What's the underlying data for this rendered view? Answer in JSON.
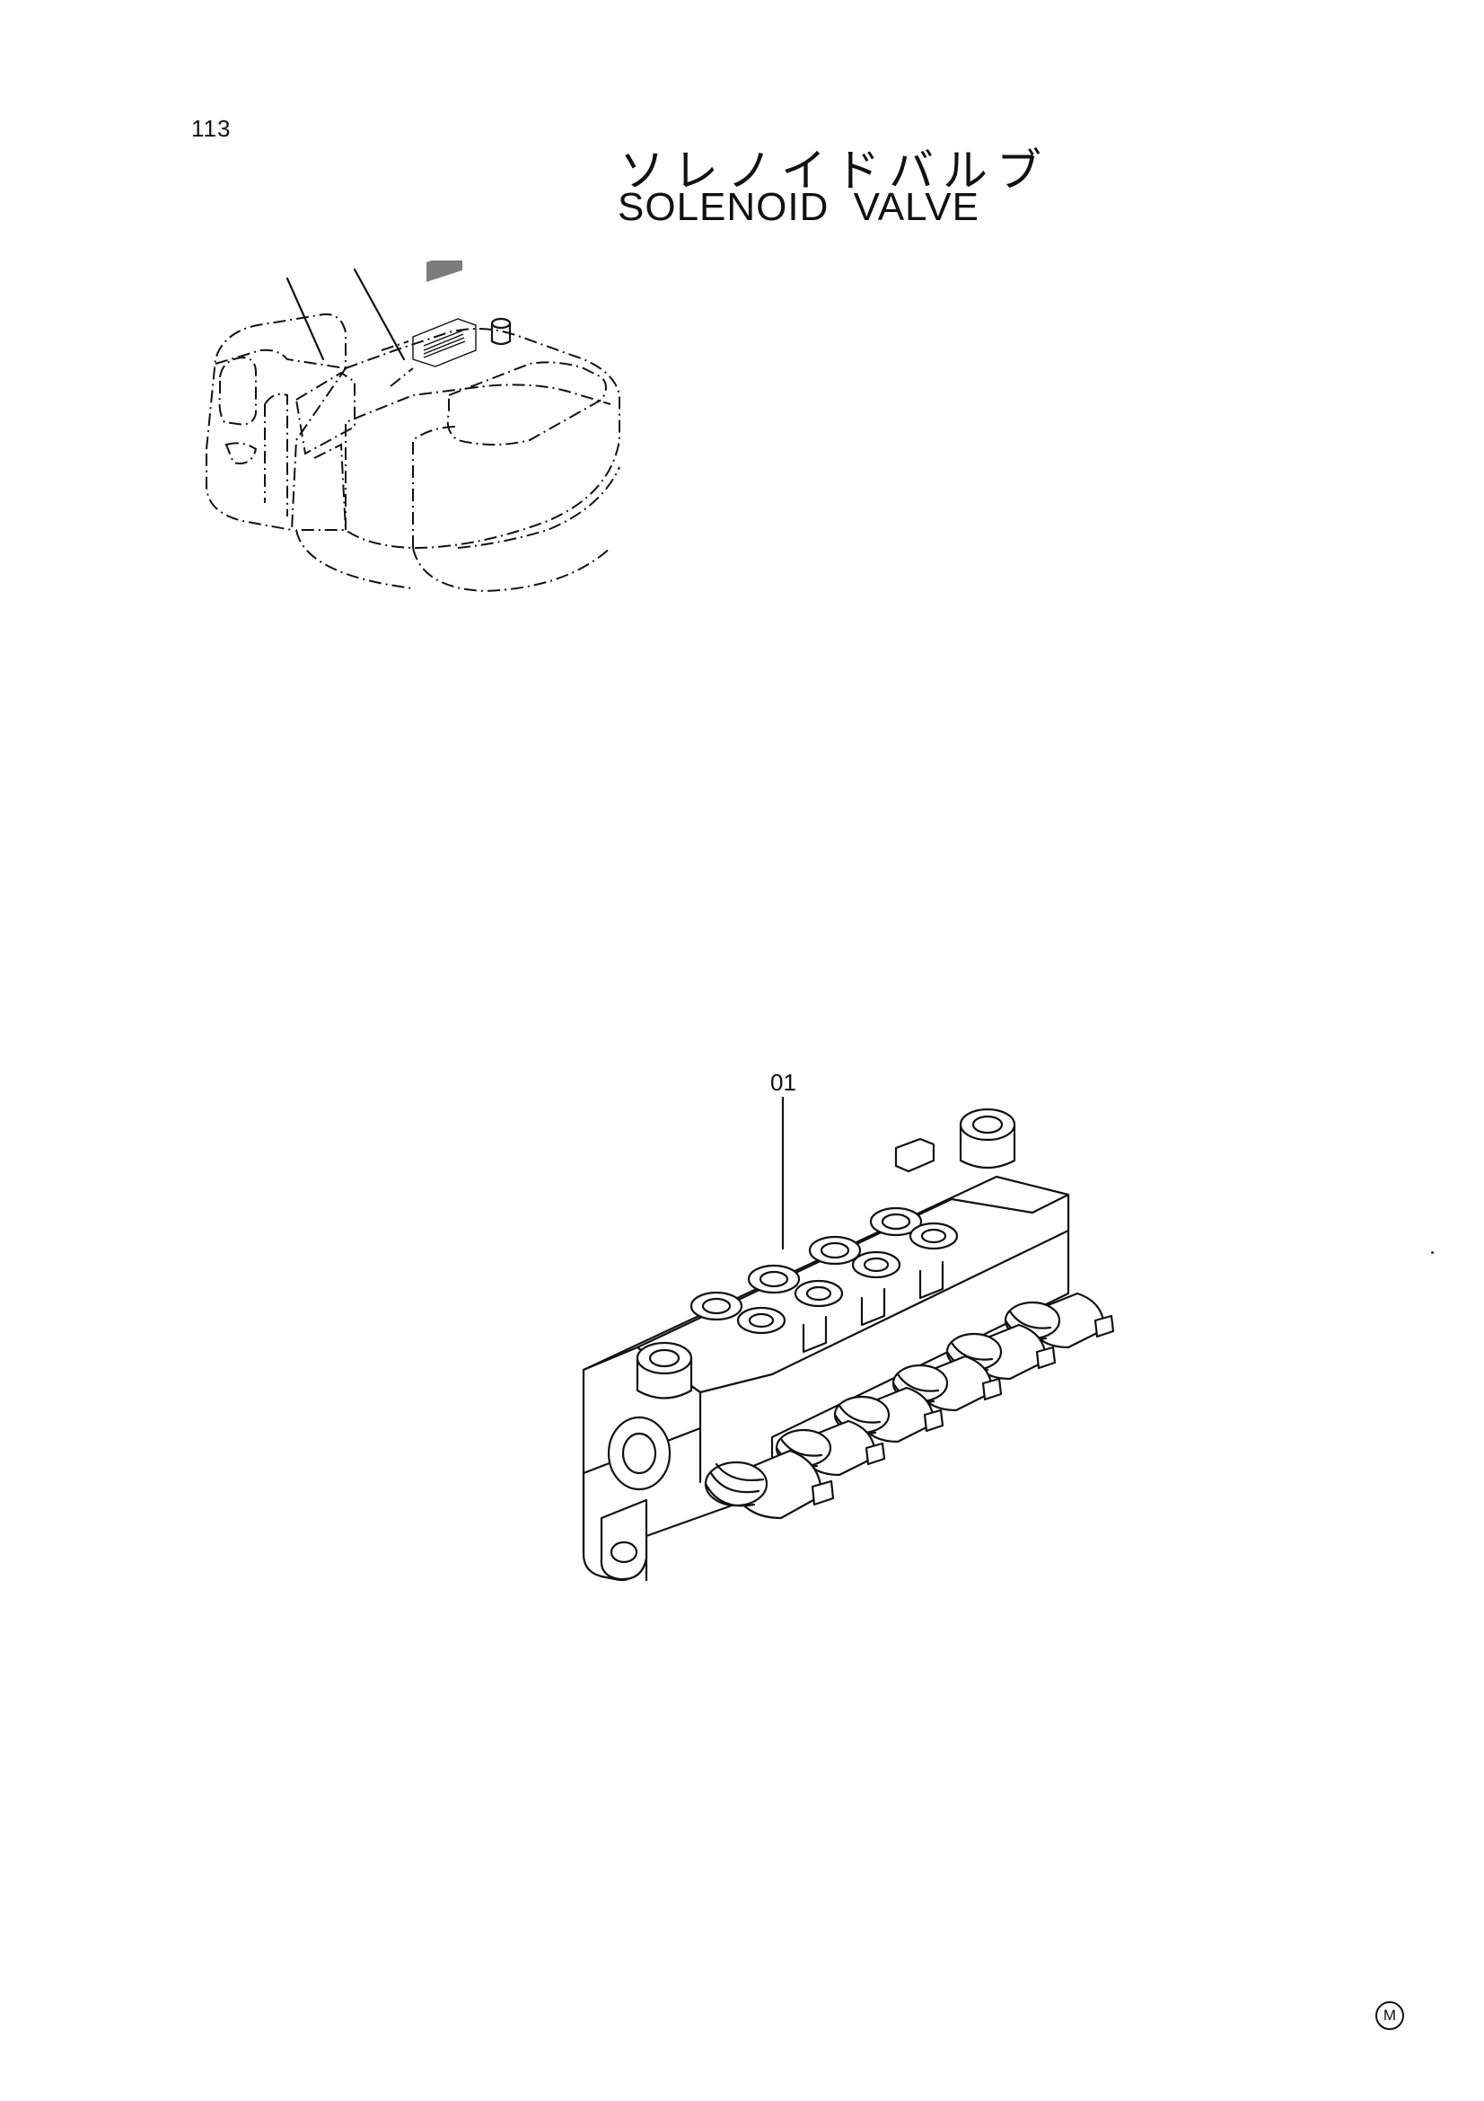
{
  "page": {
    "number": "113",
    "title_jp": "ソレノイドバルブ",
    "title_en": "SOLENOID  VALVE"
  },
  "callouts": [
    {
      "label": "01"
    }
  ],
  "footer": {
    "mark": "M"
  }
}
